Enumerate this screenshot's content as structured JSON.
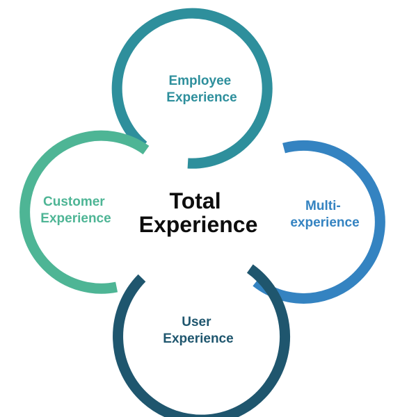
{
  "center": {
    "line1": "Total",
    "line2": "Experience",
    "color": "#0d0d0d"
  },
  "rings": {
    "employee": {
      "line1": "Employee",
      "line2": "Experience",
      "color": "#2e8f9c"
    },
    "multi": {
      "line1": "Multi-",
      "line2": "experience",
      "color": "#3483c1"
    },
    "customer": {
      "line1": "Customer",
      "line2": "Experience",
      "color": "#4eb595"
    },
    "user": {
      "line1": "User",
      "line2": "Experience",
      "color": "#1f566e"
    }
  }
}
